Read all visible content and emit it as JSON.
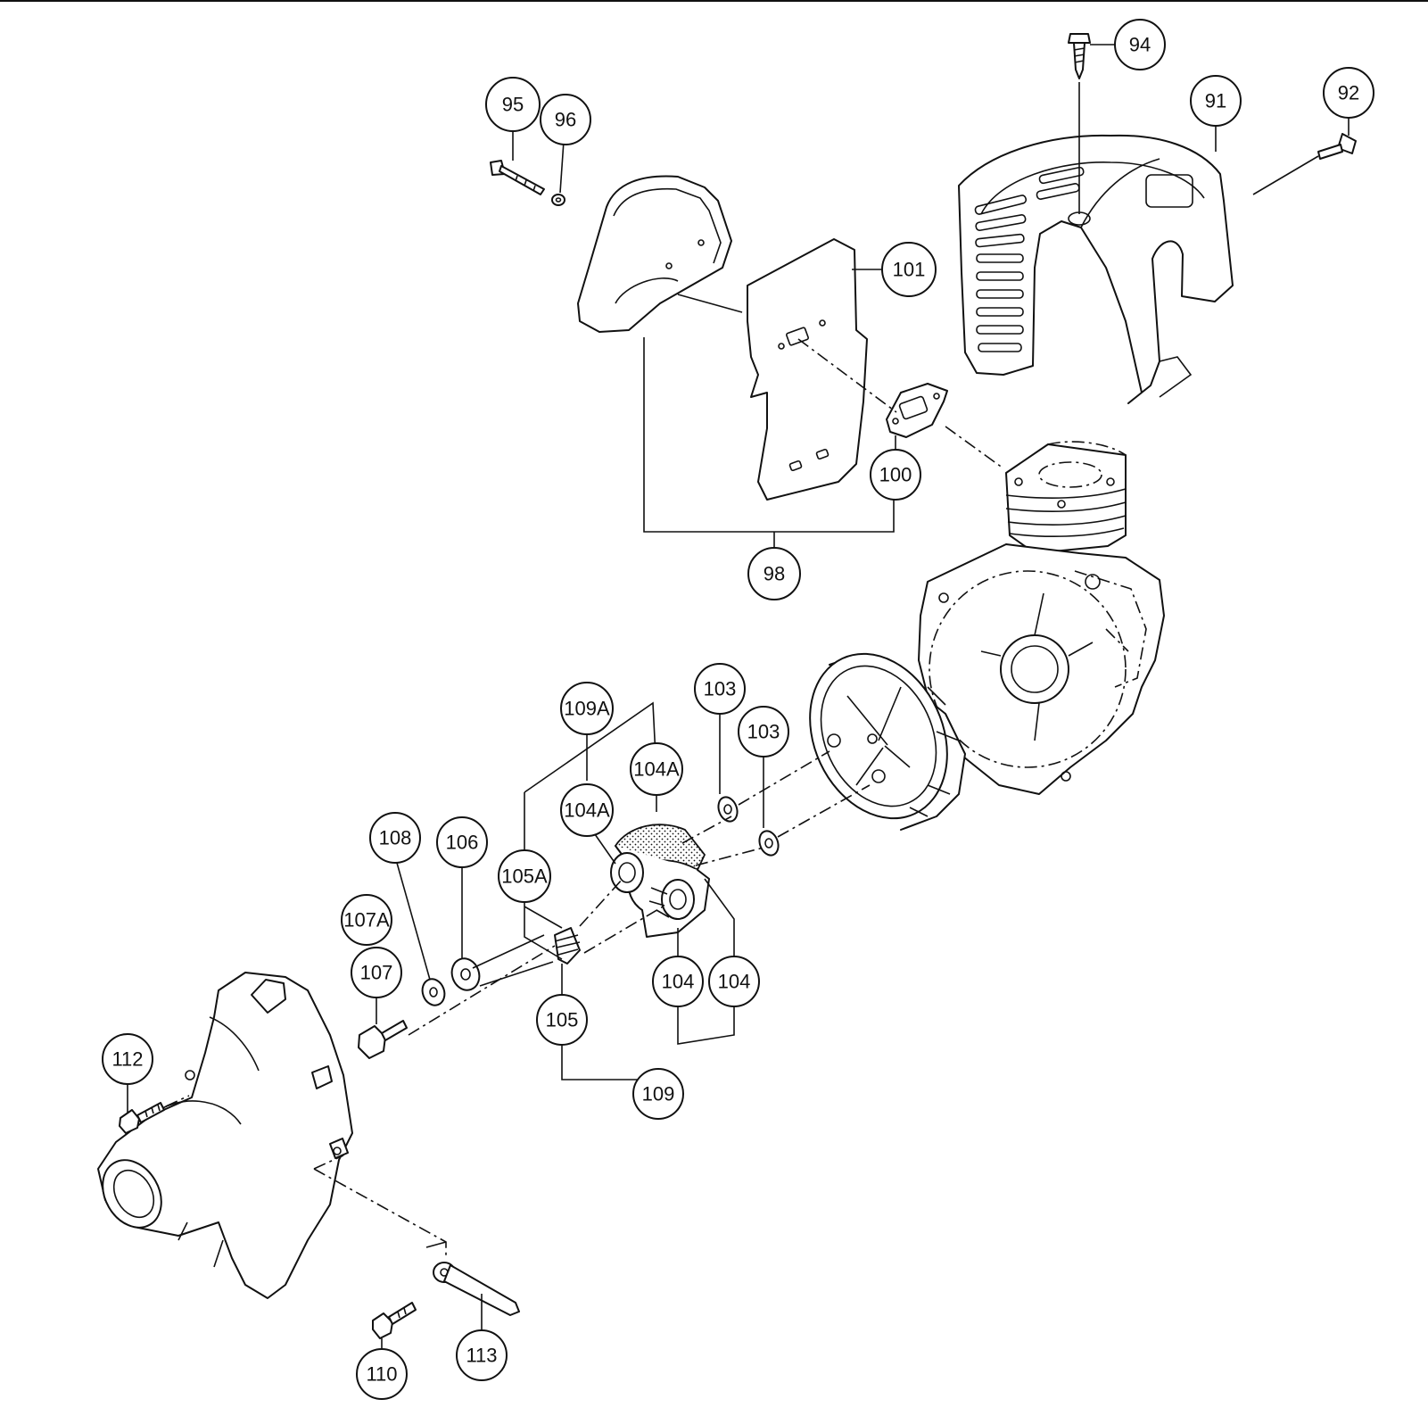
{
  "diagram": {
    "callouts": [
      {
        "id": "c91",
        "label": "91"
      },
      {
        "id": "c92",
        "label": "92"
      },
      {
        "id": "c94",
        "label": "94"
      },
      {
        "id": "c95",
        "label": "95"
      },
      {
        "id": "c96",
        "label": "96"
      },
      {
        "id": "c98",
        "label": "98"
      },
      {
        "id": "c100",
        "label": "100"
      },
      {
        "id": "c101",
        "label": "101"
      },
      {
        "id": "c103a",
        "label": "103"
      },
      {
        "id": "c103b",
        "label": "103"
      },
      {
        "id": "c104a",
        "label": "104"
      },
      {
        "id": "c104b",
        "label": "104"
      },
      {
        "id": "c104Aa",
        "label": "104A"
      },
      {
        "id": "c104Ab",
        "label": "104A"
      },
      {
        "id": "c105",
        "label": "105"
      },
      {
        "id": "c105A",
        "label": "105A"
      },
      {
        "id": "c106",
        "label": "106"
      },
      {
        "id": "c107",
        "label": "107"
      },
      {
        "id": "c107A",
        "label": "107A"
      },
      {
        "id": "c108",
        "label": "108"
      },
      {
        "id": "c109",
        "label": "109"
      },
      {
        "id": "c109A",
        "label": "109A"
      },
      {
        "id": "c110",
        "label": "110"
      },
      {
        "id": "c112",
        "label": "112"
      },
      {
        "id": "c113",
        "label": "113"
      }
    ]
  }
}
